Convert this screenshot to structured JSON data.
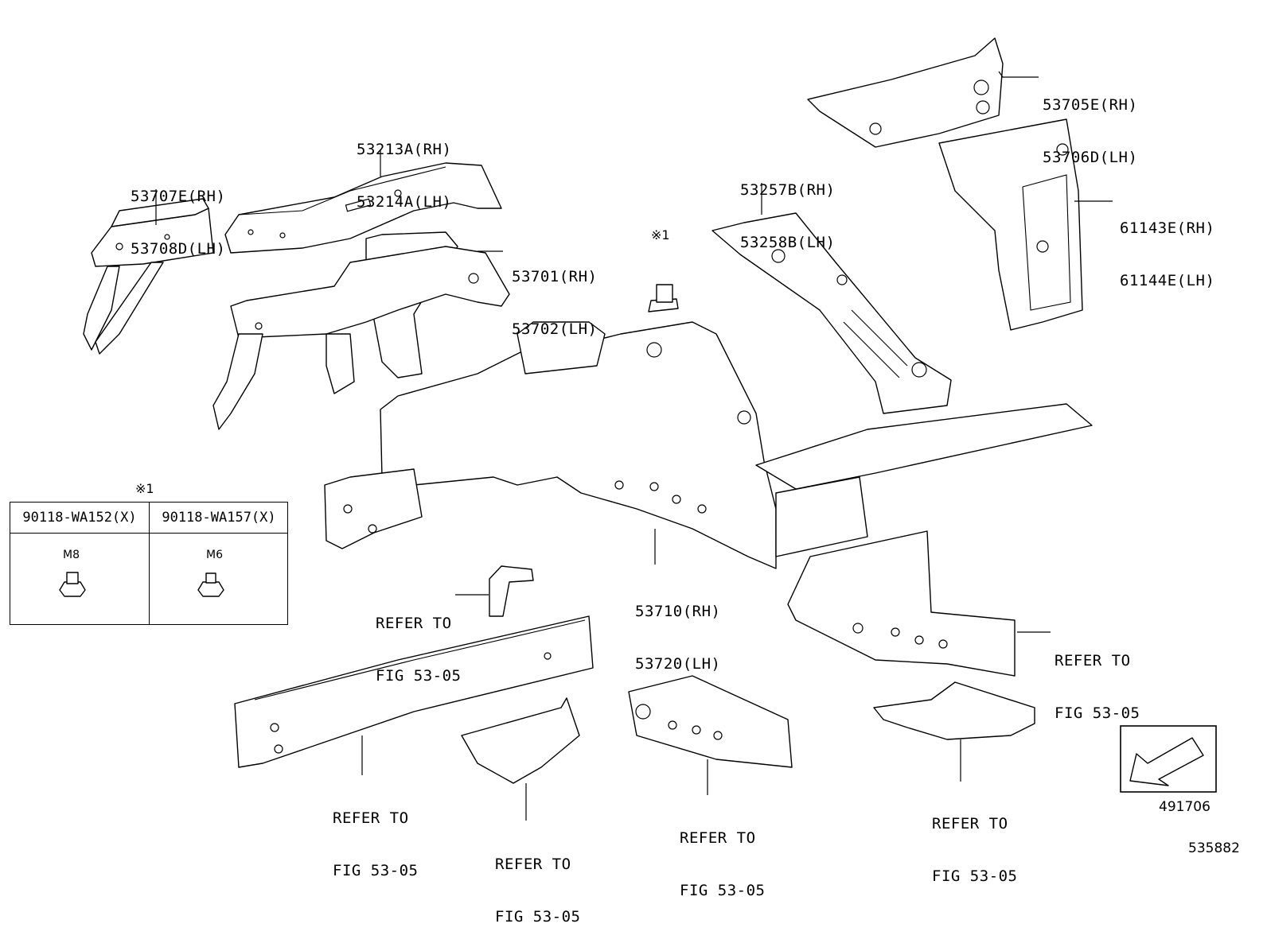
{
  "callouts": {
    "p53705": [
      "53705E(RH)",
      "53706D(LH)"
    ],
    "p53213": [
      "53213A(RH)",
      "53214A(LH)"
    ],
    "p53707": [
      "53707E(RH)",
      "53708D(LH)"
    ],
    "p53257": [
      "53257B(RH)",
      "53258B(LH)"
    ],
    "p61143": [
      "61143E(RH)",
      "61144E(LH)"
    ],
    "p53701": [
      "53701(RH)",
      "53702(LH)"
    ],
    "p53710": [
      "53710(RH)",
      "53720(LH)"
    ]
  },
  "refer": {
    "r1": [
      "REFER TO",
      "FIG 53-05"
    ],
    "r2": [
      "REFER TO",
      "FIG 53-05"
    ],
    "r3": [
      "REFER TO",
      "FIG 53-05"
    ],
    "r4": [
      "REFER TO",
      "FIG 53-05"
    ],
    "r5": [
      "REFER TO",
      "FIG 53-05"
    ],
    "r6": [
      "REFER TO",
      "FIG 53-05"
    ]
  },
  "note_mark": "※1",
  "table": {
    "mark": "※1",
    "columns": [
      {
        "part": "90118-WA152(X)",
        "size": "M8"
      },
      {
        "part": "90118-WA157(X)",
        "size": "M6"
      }
    ]
  },
  "illustration_number": "491706",
  "diagram_number": "535882"
}
